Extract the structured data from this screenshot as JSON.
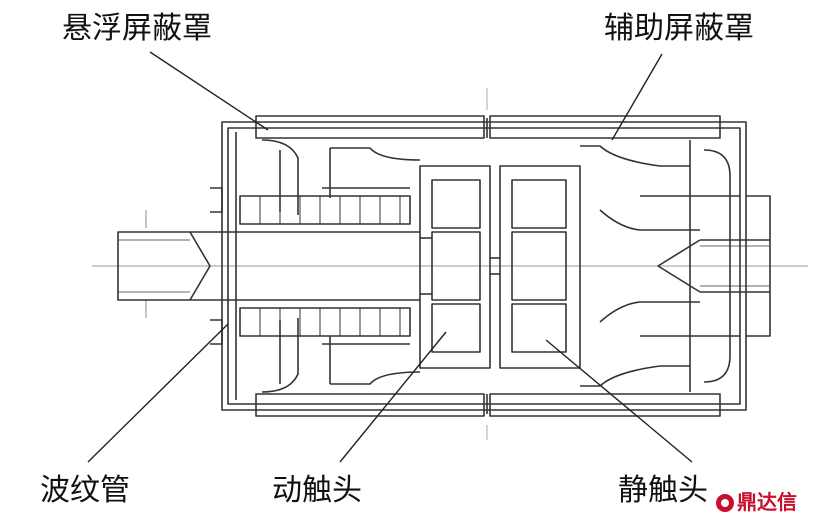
{
  "labels": {
    "floating_shield": "悬浮屏蔽罩",
    "auxiliary_shield": "辅助屏蔽罩",
    "bellows": "波纹管",
    "moving_contact": "动触头",
    "static_contact": "静触头"
  },
  "watermark": {
    "text": "鼎达信",
    "color": "#c8102e"
  },
  "colors": {
    "line": "#333333",
    "background": "#ffffff"
  }
}
